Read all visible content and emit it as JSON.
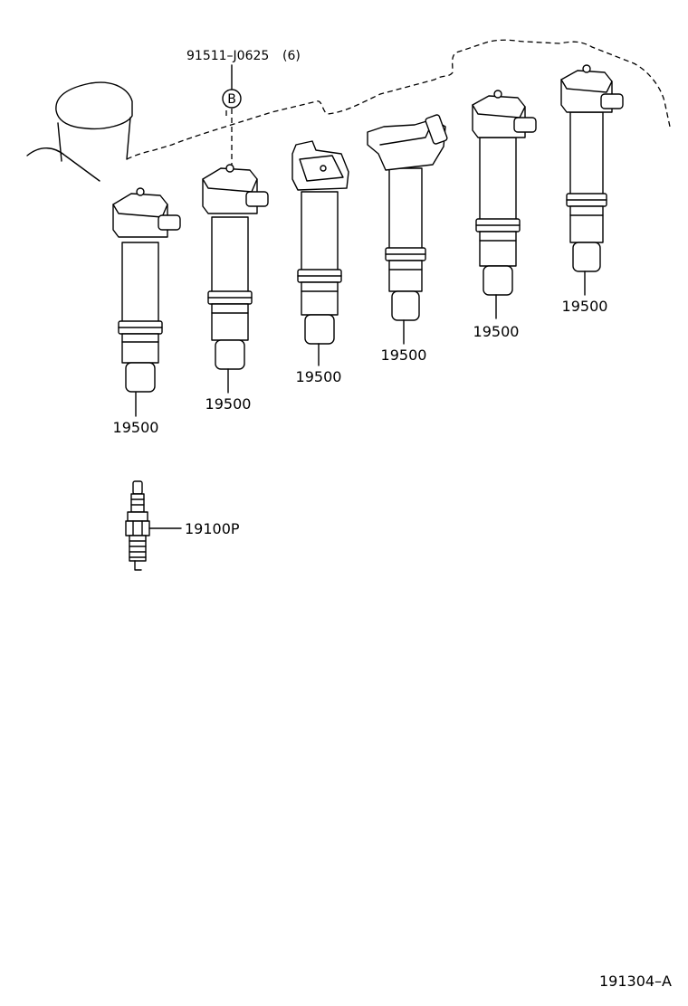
{
  "diagram_code": "191304–A",
  "bolt_part": {
    "number": "91511–J0625",
    "qty": "(6)",
    "ref_marker": "B"
  },
  "ignition_coils": [
    {
      "label": "19500"
    },
    {
      "label": "19500"
    },
    {
      "label": "19500"
    },
    {
      "label": "19500"
    },
    {
      "label": "19500"
    },
    {
      "label": "19500"
    }
  ],
  "spark_plug": {
    "label": "19100P"
  }
}
